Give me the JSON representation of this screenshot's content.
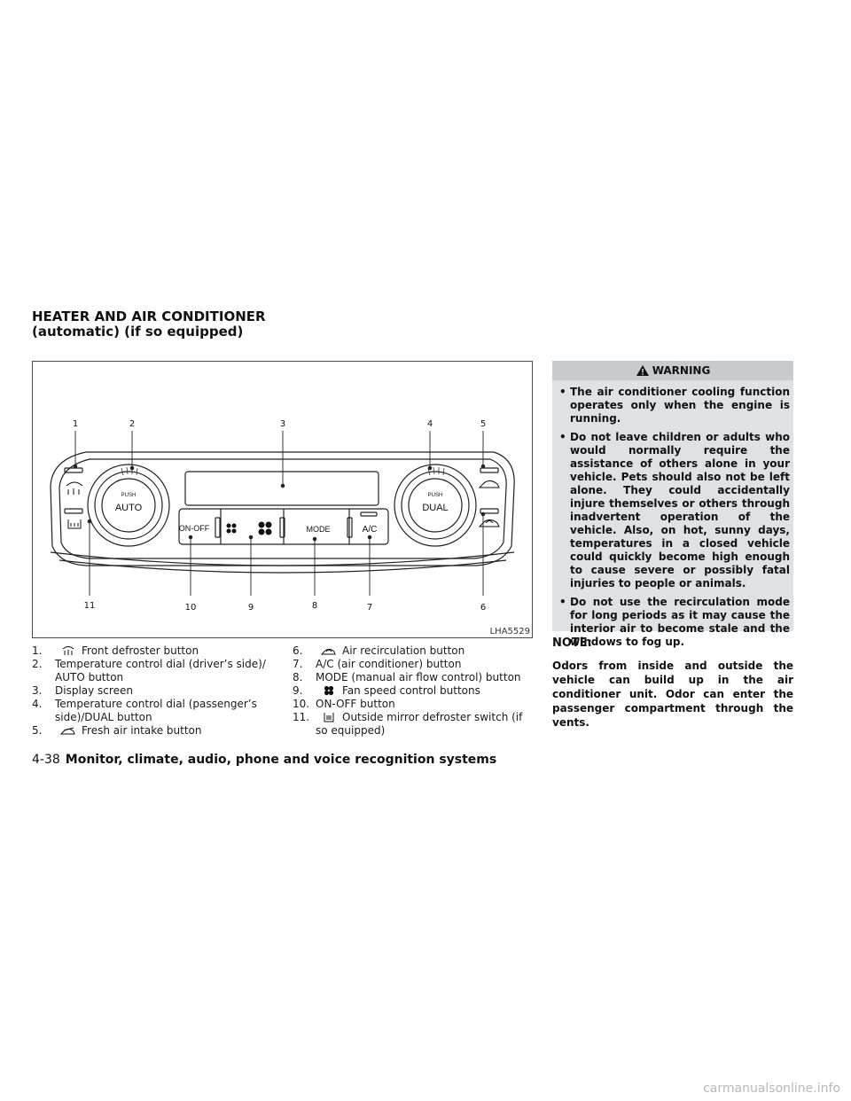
{
  "section": {
    "title_line1": "HEATER AND AIR CONDITIONER",
    "title_line2": "(automatic) (if so equipped)"
  },
  "figure": {
    "code": "LHA5529",
    "callouts": [
      "1",
      "2",
      "3",
      "4",
      "5",
      "6",
      "7",
      "8",
      "9",
      "10",
      "11"
    ],
    "panel_labels": {
      "push_left": "PUSH",
      "auto": "AUTO",
      "on_off": "ON-OFF",
      "mode": "MODE",
      "ac": "A/C",
      "push_right": "PUSH",
      "dual": "DUAL"
    }
  },
  "legend": [
    {
      "num": "1.",
      "icon": "front-defroster-icon",
      "text": "Front defroster button"
    },
    {
      "num": "2.",
      "icon": "",
      "text": "Temperature control dial (driver’s side)/ AUTO button"
    },
    {
      "num": "3.",
      "icon": "",
      "text": "Display screen"
    },
    {
      "num": "4.",
      "icon": "",
      "text": "Temperature control dial (passenger’s side)/DUAL button"
    },
    {
      "num": "5.",
      "icon": "fresh-air-icon",
      "text": "Fresh air intake button"
    },
    {
      "num": "6.",
      "icon": "recirculation-icon",
      "text": "Air recirculation button"
    },
    {
      "num": "7.",
      "icon": "",
      "text": "A/C (air conditioner) button"
    },
    {
      "num": "8.",
      "icon": "",
      "text": "MODE (manual air flow control) button"
    },
    {
      "num": "9.",
      "icon": "fan-icon",
      "text": "Fan speed control buttons"
    },
    {
      "num": "10.",
      "icon": "",
      "text": "ON-OFF button"
    },
    {
      "num": "11.",
      "icon": "mirror-defroster-icon",
      "text": "Outside mirror defroster switch (if so equipped)"
    }
  ],
  "warning": {
    "title": "WARNING",
    "items": [
      "The air conditioner cooling function operates only when the engine is running.",
      "Do not leave children or adults who would normally require the assistance of others alone in your vehicle. Pets should also not be left alone. They could accidentally injure themselves or others through inadvertent operation of the vehicle. Also, on hot, sunny days, temperatures in a closed vehicle could quickly become high enough to cause severe or possibly fatal injuries to people or animals.",
      "Do not use the recirculation mode for long periods as it may cause the interior air to become stale and the windows to fog up."
    ]
  },
  "note": {
    "title": "NOTE:",
    "body": "Odors from inside and outside the vehicle can build up in the air conditioner unit. Odor can enter the passenger compartment through the vents."
  },
  "footer": {
    "page_number": "4-38",
    "chapter": "Monitor, climate, audio, phone and voice recognition systems"
  },
  "watermark": "carmanualsonline.info",
  "colors": {
    "warning_bg": "#dfe2e4",
    "warning_header_bg": "#c7cbce"
  }
}
